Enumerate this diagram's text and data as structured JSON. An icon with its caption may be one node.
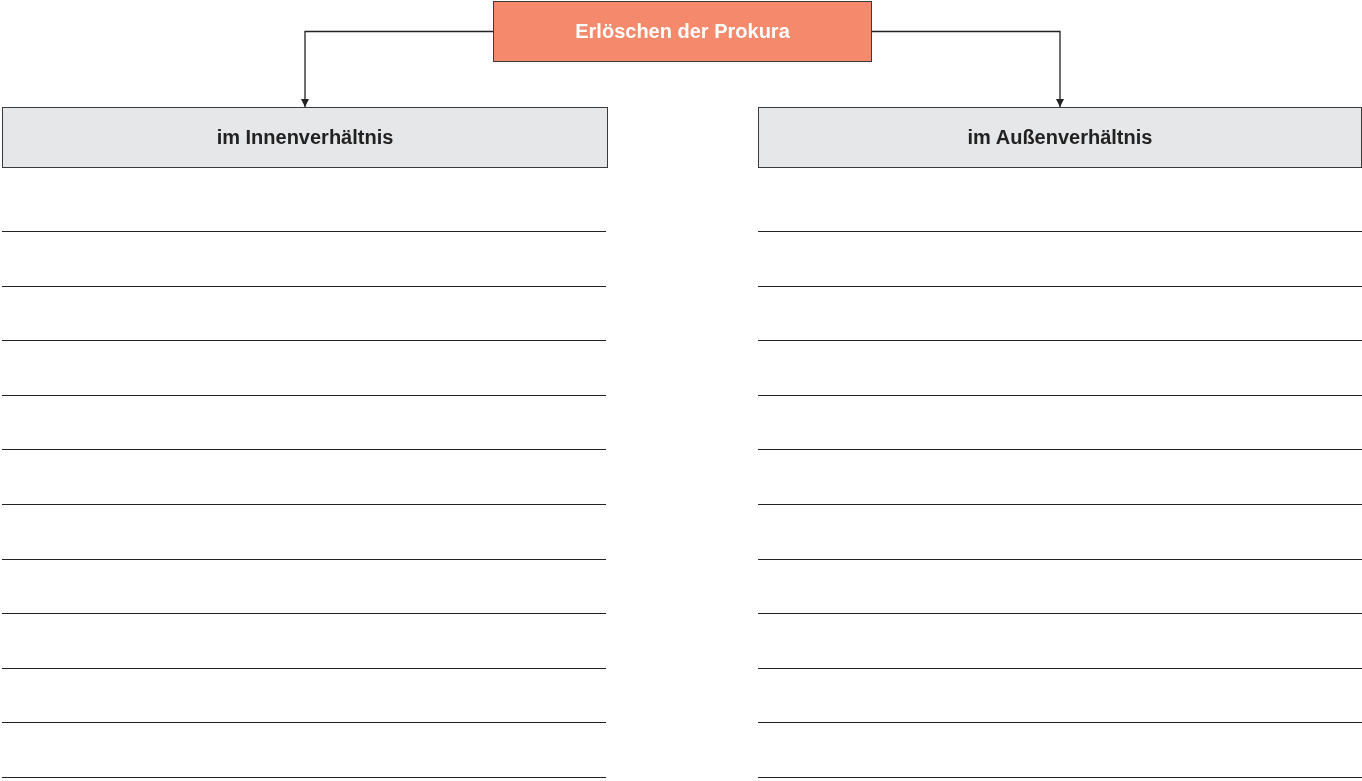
{
  "diagram": {
    "nodes": [
      {
        "text": [
          "Erlöschen der Prokura"
        ]
      },
      {
        "text": [
          "im Innenverhältnis"
        ]
      },
      {
        "text": [
          "im Außenverhältnis"
        ]
      }
    ],
    "edges": [
      {
        "from": 0,
        "to": 1,
        "arrow": "to"
      },
      {
        "from": 0,
        "to": 2,
        "arrow": "to"
      }
    ]
  }
}
